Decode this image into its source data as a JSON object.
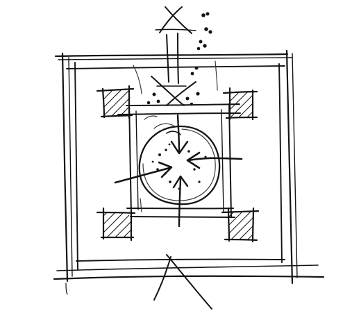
{
  "ink_color": "#141414",
  "paper_color": "#ffffff",
  "elements": [
    "outer-frame",
    "inner-frame",
    "corner-pier-top-left",
    "corner-pier-top-right",
    "corner-pier-bottom-left",
    "corner-pier-bottom-right",
    "central-court-square",
    "central-circle",
    "inward-arrow-top",
    "inward-arrow-left",
    "inward-arrow-right",
    "inward-arrow-bottom",
    "vertical-up-arrow",
    "bottom-v-lines"
  ]
}
